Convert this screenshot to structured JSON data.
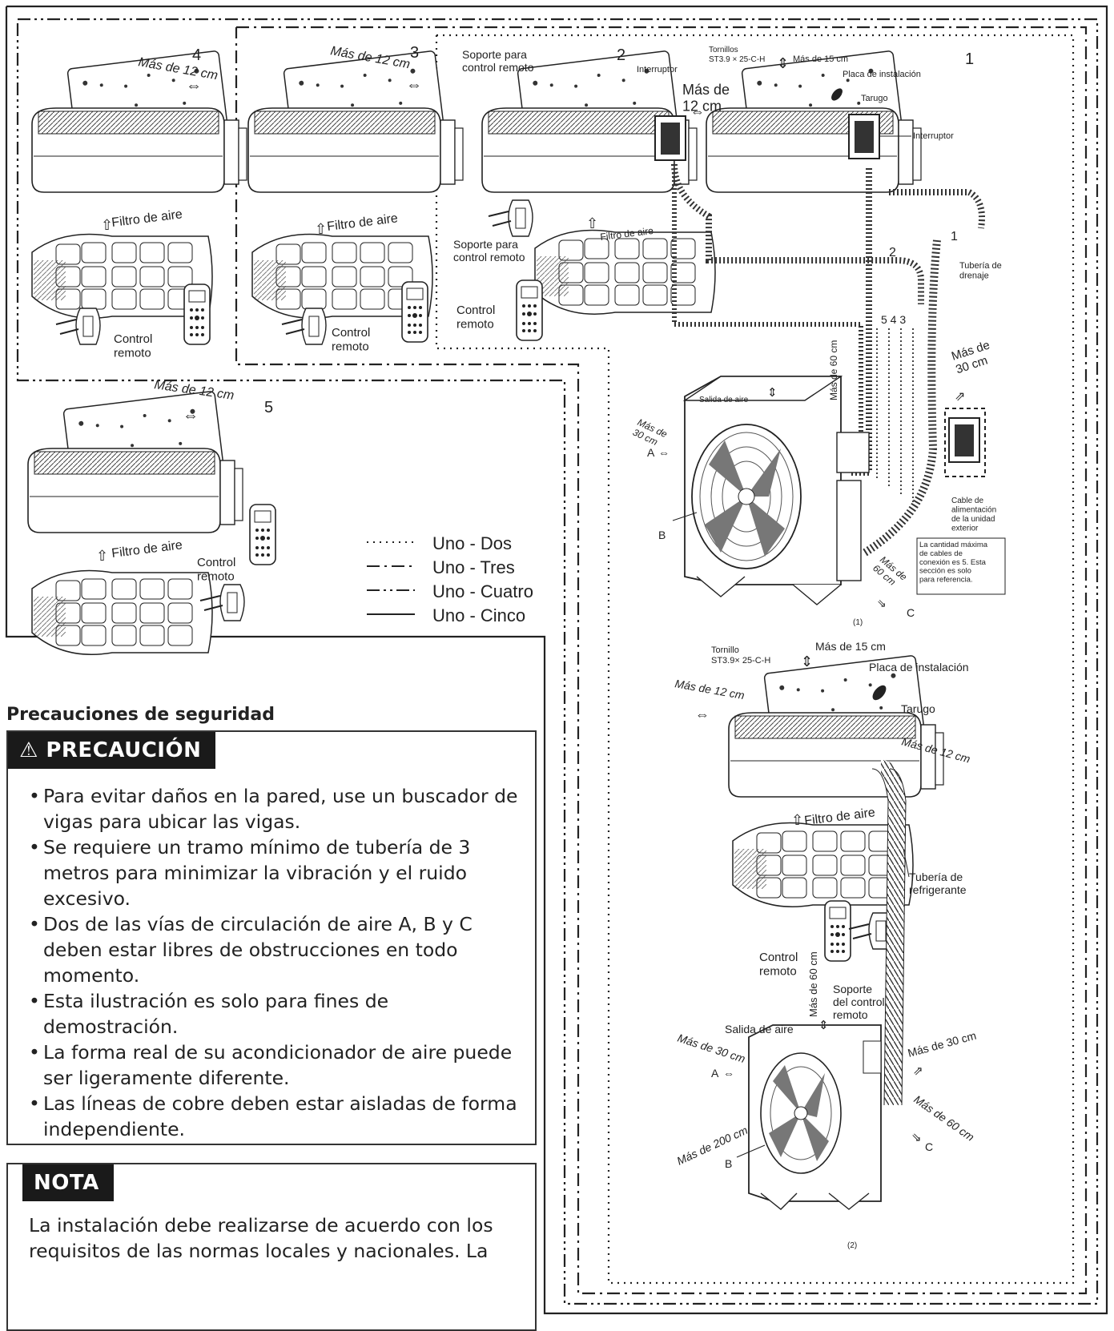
{
  "legend": [
    {
      "style": "dotted",
      "label": "Uno - Dos"
    },
    {
      "style": "dashdot",
      "label": "Uno - Tres"
    },
    {
      "style": "dashdotdot",
      "label": "Uno - Cuatro"
    },
    {
      "style": "solid",
      "label": "Uno - Cinco"
    }
  ],
  "units": {
    "u1": {
      "num": "1",
      "screws": "Tornillos",
      "screw_spec": "ST3.9 × 25-C-H",
      "top_clear": "Más de 15 cm",
      "side_clear": "Más de\n12 cm",
      "plate": "Placa de instalación",
      "anchor": "Tarugo",
      "switch": "Interruptor",
      "drain": "Tubería de\ndrenaje",
      "pipe_num": "1"
    },
    "u2": {
      "num": "2",
      "holder_top": "Soporte para\ncontrol remoto",
      "switch": "Interruptor",
      "filter": "Filtro de aire",
      "holder": "Soporte para\ncontrol remoto",
      "remote": "Control\nremoto",
      "pipe_num": "2"
    },
    "u3": {
      "num": "3",
      "clear": "Más de 12 cm",
      "filter": "Filtro de aire",
      "remote": "Control\nremoto"
    },
    "u4": {
      "num": "4",
      "clear": "Más de 12 cm",
      "filter": "Filtro de aire",
      "remote": "Control\nremoto"
    },
    "u5": {
      "num": "5",
      "clear": "Más de 12 cm",
      "filter": "Filtro de aire",
      "remote": "Control\nremoto"
    }
  },
  "outdoor1": {
    "tag": "(1)",
    "top_clear": "Más de 60 cm",
    "outlet": "Salida de aire",
    "left_clear": "Más de\n30 cm",
    "a": "A",
    "b": "B",
    "c": "C",
    "right_bottom_clear": "Más de\n60 cm",
    "rear_clear": "Más de\n30 cm",
    "cable_nums": "5 4 3",
    "power_cable": "Cable de\nalimentación\nde la unidad\nexterior",
    "note": "La cantidad máxima\nde cables de\nconexión es 5. Esta\nsección es solo\npara referencia."
  },
  "single": {
    "screw": "Tornillo",
    "screw_spec": "ST3.9× 25-C-H",
    "top_clear": "Más de 15 cm",
    "plate": "Placa de instalación",
    "anchor": "Tarugo",
    "left_clear": "Más de 12 cm",
    "right_clear": "Más de 12 cm",
    "filter": "Filtro de aire",
    "refrig_pipe": "Tubería de\nrefrigerante",
    "remote": "Control\nremoto",
    "holder": "Soporte\ndel control\nremoto",
    "top60": "Más de 60 cm",
    "outlet": "Salida de aire",
    "left30": "Más de 30 cm",
    "right30": "Más de 30 cm",
    "right60": "Más de 60 cm",
    "front200": "Más de 200 cm",
    "a": "A",
    "b": "B",
    "c": "C",
    "tag": "(2)"
  },
  "safety": {
    "heading": "Precauciones de seguridad",
    "caution_title": "⚠ PRECAUCIÓN",
    "items": [
      "Para evitar daños en la pared, use un buscador de vigas para ubicar las vigas.",
      "Se requiere un tramo mínimo de tubería de 3 metros para minimizar la vibración y el ruido excesivo.",
      "Dos de las vías de circulación de aire A, B y C deben estar libres de obstrucciones en todo momento.",
      "Esta ilustración es solo para fines de demostración.",
      "La forma real de su acondicionador de aire puede ser ligeramente diferente.",
      "Las líneas de cobre deben estar aisladas de forma independiente."
    ],
    "note_title": "NOTA",
    "note_text": "La instalación debe realizarse de acuerdo con los requisitos de las normas locales y nacionales. La"
  }
}
